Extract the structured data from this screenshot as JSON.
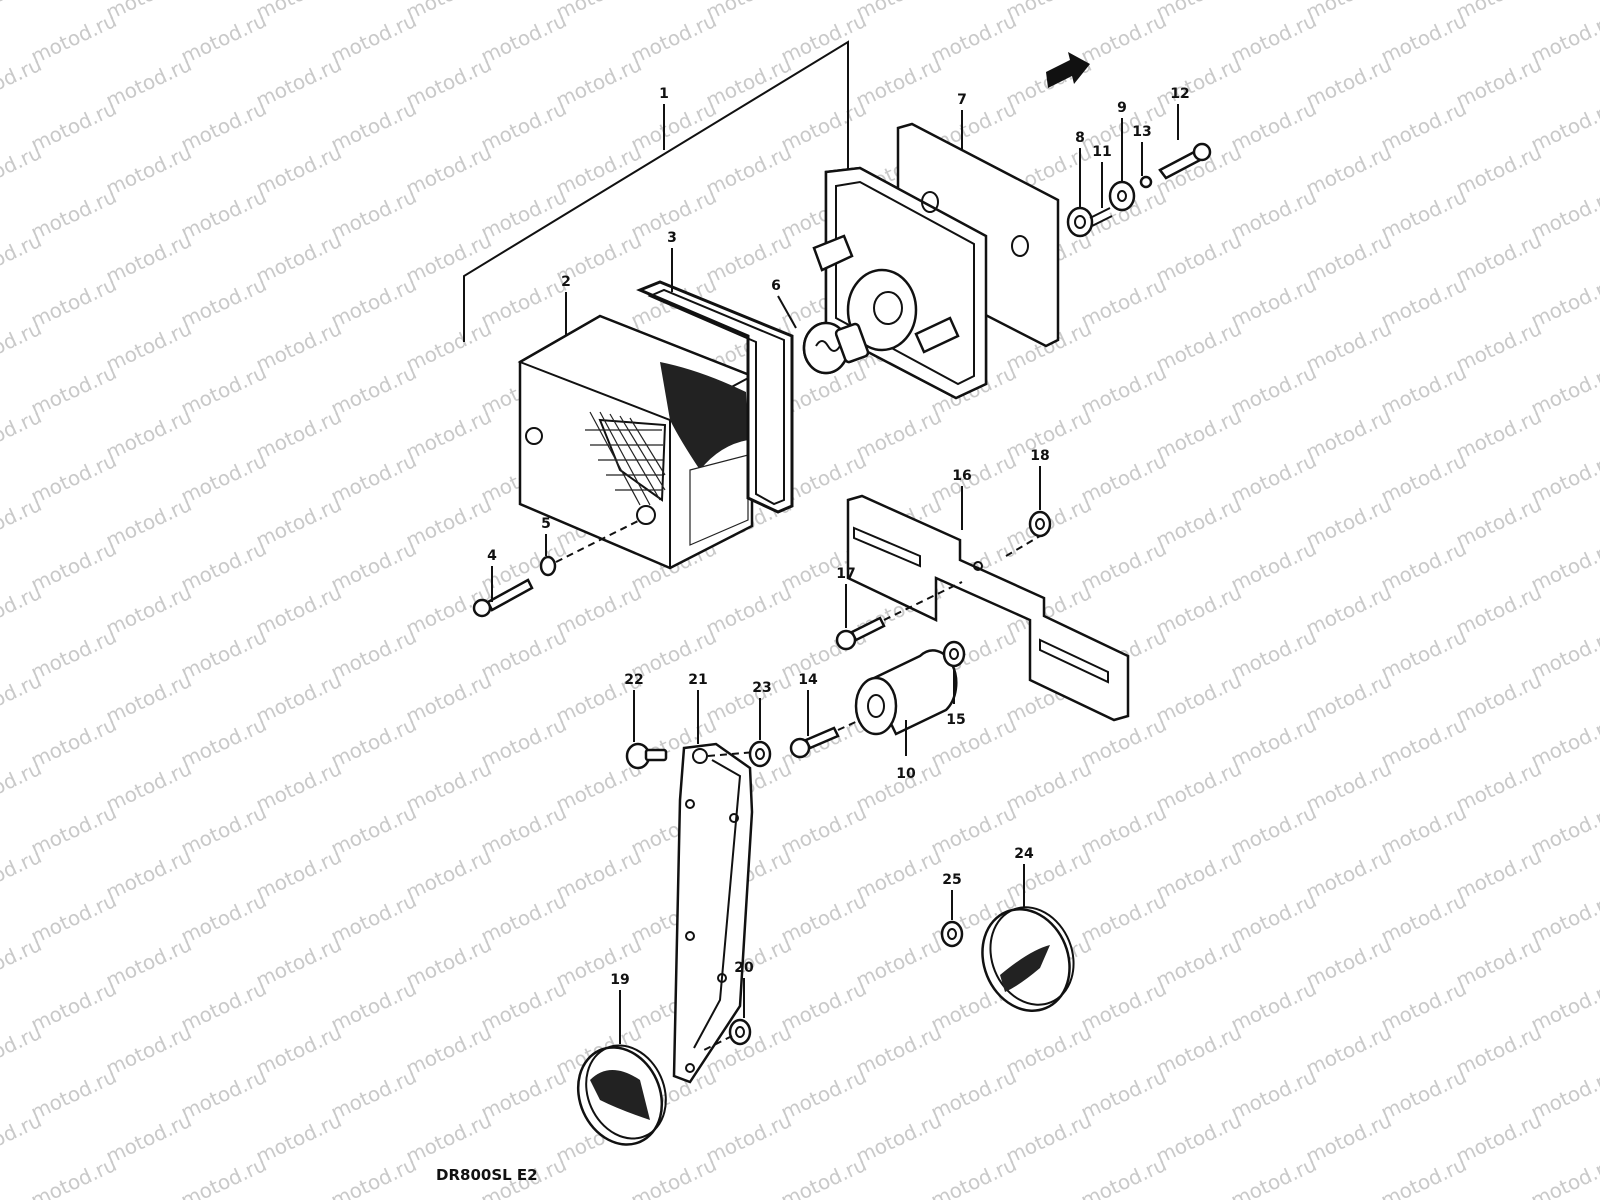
{
  "watermark": {
    "text": "motod.ru",
    "color": "#c9c9c9"
  },
  "model_label": "DR800SL  E2",
  "callouts": [
    "1",
    "2",
    "3",
    "4",
    "5",
    "6",
    "7",
    "8",
    "9",
    "10",
    "11",
    "12",
    "13",
    "14",
    "15",
    "16",
    "17",
    "18",
    "19",
    "20",
    "21",
    "22",
    "23",
    "24",
    "25"
  ],
  "icons": {
    "front_arrow": "front-arrow-icon"
  },
  "colors": {
    "ink": "#111111",
    "paper": "#ffffff"
  }
}
